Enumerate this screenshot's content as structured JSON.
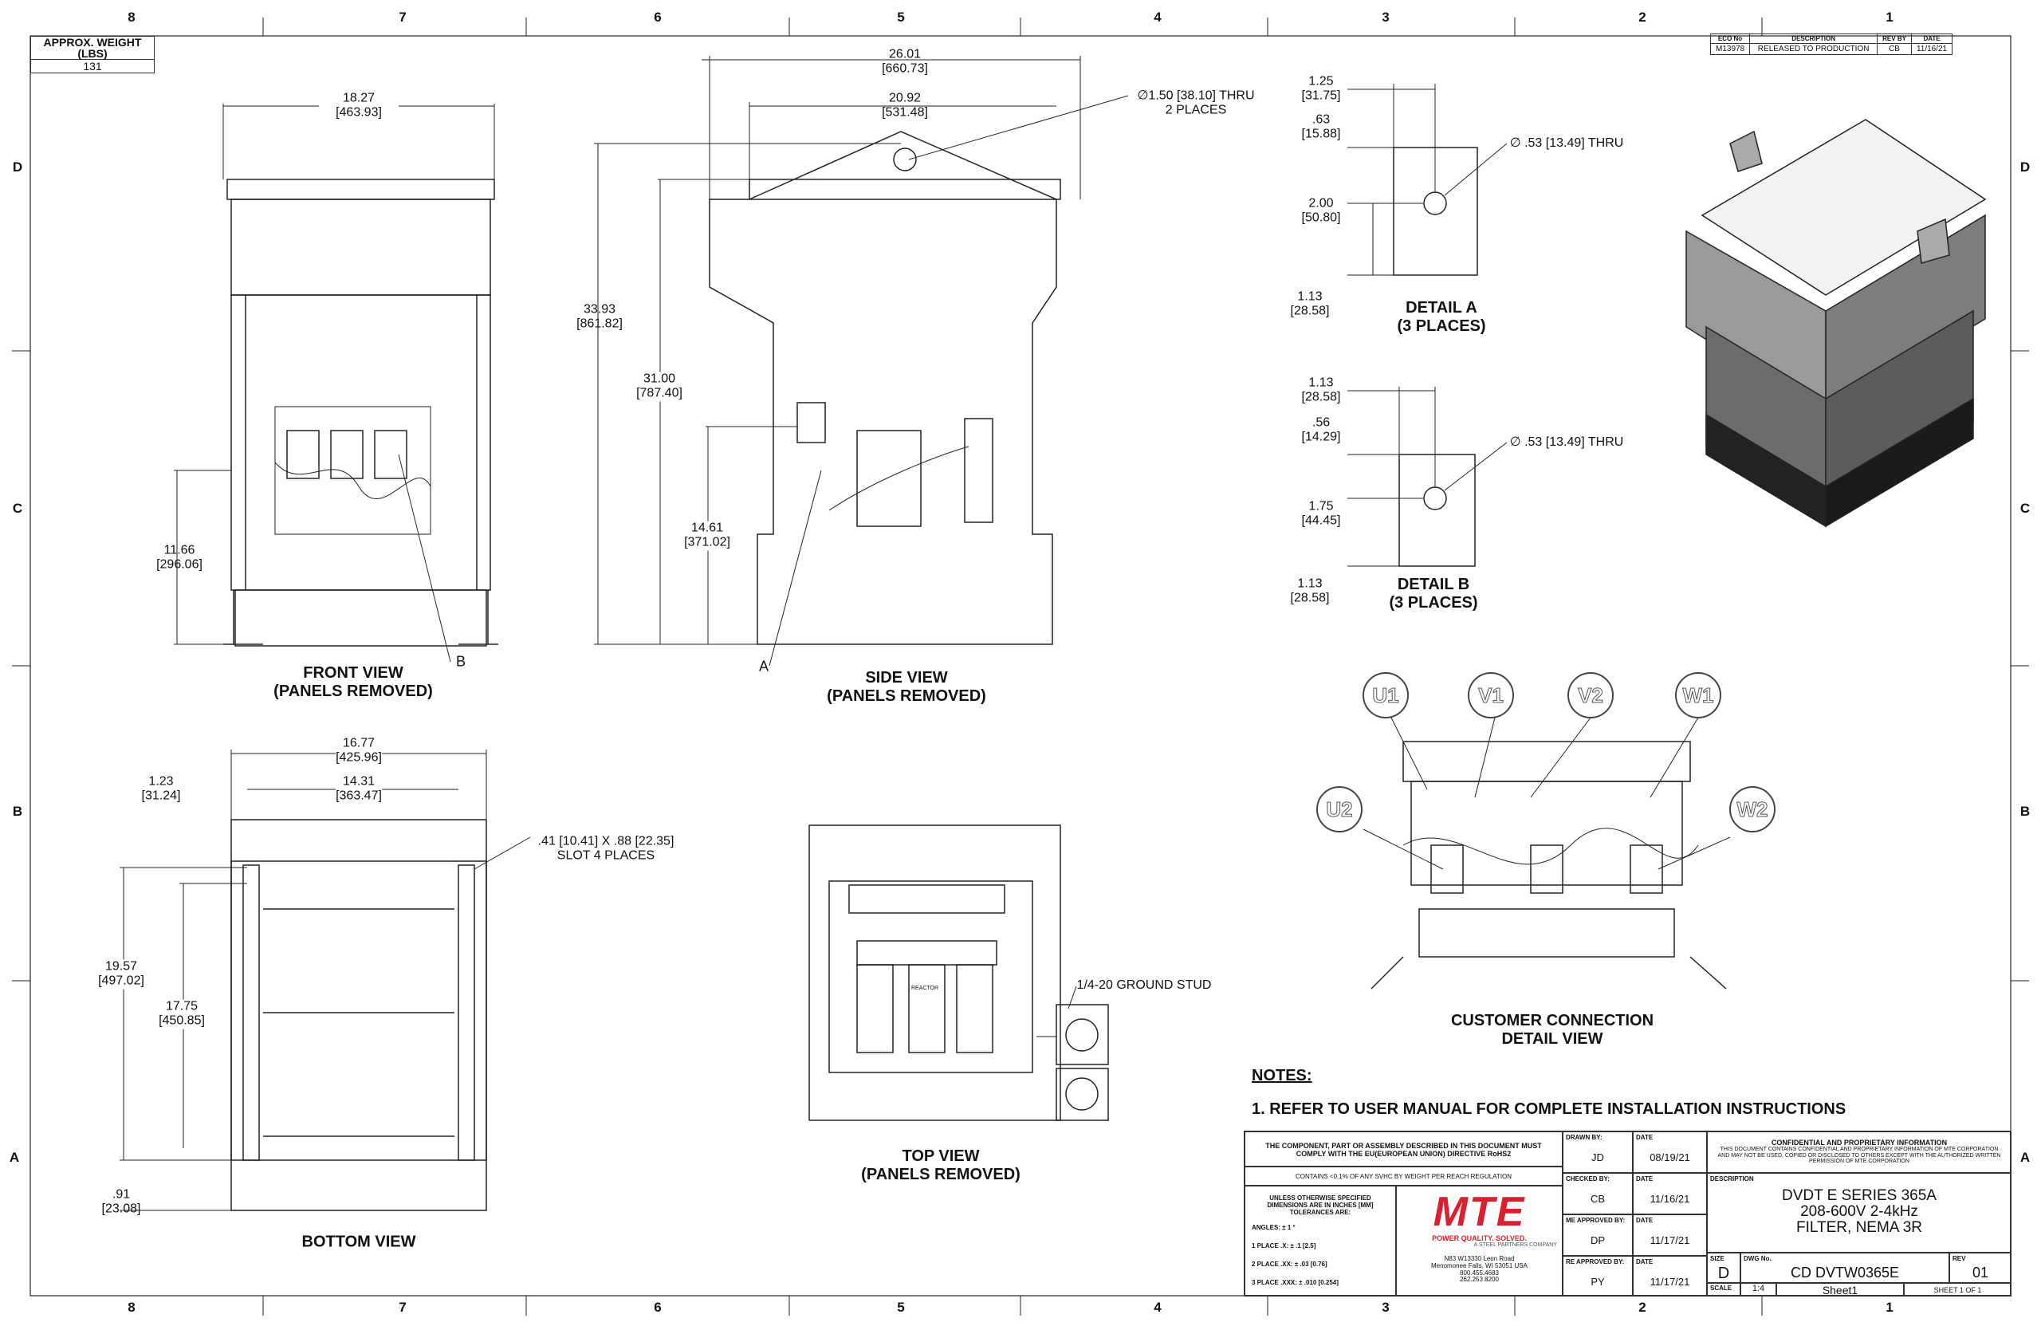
{
  "zones": {
    "columns": [
      "8",
      "7",
      "6",
      "5",
      "4",
      "3",
      "2",
      "1"
    ],
    "rows": [
      "D",
      "C",
      "B",
      "A"
    ]
  },
  "weight": {
    "label": "APPROX. WEIGHT (LBS)",
    "value": "131"
  },
  "revision": {
    "headers": [
      "ECO No",
      "DESCRIPTION",
      "REV BY",
      "DATE"
    ],
    "rows": [
      [
        "M13978",
        "RELEASED TO PRODUCTION",
        "CB",
        "11/16/21"
      ]
    ]
  },
  "views": {
    "front": {
      "title": "FRONT VIEW",
      "subtitle": "(PANELS REMOVED)",
      "callout": "B",
      "dims": [
        {
          "in": "18.27",
          "mm": "463.93"
        },
        {
          "in": "11.66",
          "mm": "296.06"
        }
      ]
    },
    "side": {
      "title": "SIDE VIEW",
      "subtitle": "(PANELS REMOVED)",
      "callout": "A",
      "dims": [
        {
          "in": "26.01",
          "mm": "660.73"
        },
        {
          "in": "20.92",
          "mm": "531.48"
        },
        {
          "in": "33.93",
          "mm": "861.82"
        },
        {
          "in": "31.00",
          "mm": "787.40"
        },
        {
          "in": "14.61",
          "mm": "371.02"
        }
      ],
      "hole_note": "∅1.50 [38.10] THRU",
      "hole_places": "2 PLACES"
    },
    "detail_a": {
      "title": "DETAIL A",
      "subtitle": "(3 PLACES)",
      "dims": [
        {
          "in": "1.25",
          "mm": "31.75"
        },
        {
          "in": ".63",
          "mm": "15.88"
        },
        {
          "in": "2.00",
          "mm": "50.80"
        },
        {
          "in": "1.13",
          "mm": "28.58"
        }
      ],
      "hole_note": "∅ .53 [13.49] THRU"
    },
    "detail_b": {
      "title": "DETAIL B",
      "subtitle": "(3 PLACES)",
      "dims": [
        {
          "in": "1.13",
          "mm": "28.58"
        },
        {
          "in": ".56",
          "mm": "14.29"
        },
        {
          "in": "1.75",
          "mm": "44.45"
        },
        {
          "in": "1.13",
          "mm": "28.58"
        }
      ],
      "hole_note": "∅ .53 [13.49] THRU"
    },
    "bottom": {
      "title": "BOTTOM VIEW",
      "dims": [
        {
          "in": "16.77",
          "mm": "425.96"
        },
        {
          "in": "1.23",
          "mm": "31.24"
        },
        {
          "in": "14.31",
          "mm": "363.47"
        },
        {
          "in": "19.57",
          "mm": "497.02"
        },
        {
          "in": "17.75",
          "mm": "450.85"
        },
        {
          "in": ".91",
          "mm": "23.08"
        }
      ],
      "slot_note": ".41 [10.41] X .88 [22.35]",
      "slot_places": "SLOT 4 PLACES"
    },
    "top": {
      "title": "TOP VIEW",
      "subtitle": "(PANELS REMOVED)",
      "stud_note": "1/4-20 GROUND STUD",
      "reactor_label": "REACTOR"
    },
    "customer": {
      "title": "CUSTOMER CONNECTION",
      "subtitle": "DETAIL VIEW",
      "terminals": [
        "U1",
        "V1",
        "V2",
        "W1",
        "U2",
        "W2"
      ]
    }
  },
  "notes": {
    "heading": "NOTES:",
    "items": [
      "1.  REFER TO USER MANUAL FOR COMPLETE INSTALLATION INSTRUCTIONS"
    ]
  },
  "title_block": {
    "rohs": "THE COMPONENT, PART OR ASSEMBLY DESCRIBED IN THIS DOCUMENT MUST COMPLY WITH THE EU(EUROPEAN UNION) DIRECTIVE RoHS2",
    "reach": "CONTAINS <0.1% OF ANY SVHC BY WEIGHT PER REACH REGULATION",
    "tolerance_heading": "UNLESS OTHERWISE SPECIFIED DIMENSIONS ARE IN INCHES [MM] TOLERANCES ARE:",
    "tolerances": [
      "ANGLES: ± 1 °",
      "1 PLACE .X: ± .1 [2.5]",
      "2 PLACE .XX: ± .03 [0.76]",
      "3 PLACE .XXX: ± .010 [0.254]"
    ],
    "logo": "MTE",
    "tagline": "POWER QUALITY. SOLVED.",
    "parent": "A STEEL PARTNERS COMPANY",
    "address": [
      "N83 W13330 Leon Road",
      "Menomonee Falls, WI 53051 USA",
      "800.455.4683",
      "262.253.8200"
    ],
    "approvals": [
      {
        "label": "DRAWN BY:",
        "name": "JD",
        "date_label": "DATE",
        "date": "08/19/21"
      },
      {
        "label": "CHECKED BY:",
        "name": "CB",
        "date_label": "DATE",
        "date": "11/16/21"
      },
      {
        "label": "ME APPROVED BY:",
        "name": "DP",
        "date_label": "DATE",
        "date": "11/17/21"
      },
      {
        "label": "RE APPROVED BY:",
        "name": "PY",
        "date_label": "DATE",
        "date": "11/17/21"
      }
    ],
    "confidential_heading": "CONFIDENTIAL AND PROPRIETARY INFORMATION",
    "confidential_text": "THIS DOCUMENT CONTAINS CONFIDENTIAL AND PROPRIETARY INFORMATION OF MTE CORPORATION AND MAY NOT BE USED, COPIED OR DISCLOSED TO OTHERS EXCEPT WITH THE AUTHORIZED WRITTEN PERMISSION OF MTE CORPORATION",
    "description_label": "DESCRIPTION",
    "description": [
      "DVDT E SERIES 365A",
      "208-600V 2-4kHz",
      "FILTER, NEMA 3R"
    ],
    "size_label": "SIZE",
    "size": "D",
    "dwg_label": "DWG No.",
    "dwg_no": "CD DVTW0365E",
    "rev_label": "REV",
    "rev": "01",
    "scale_label": "SCALE",
    "scale": "1:4",
    "sheet_name": "Sheet1",
    "sheet": "SHEET 1  OF 1",
    "brand_color": "#d8202f"
  }
}
